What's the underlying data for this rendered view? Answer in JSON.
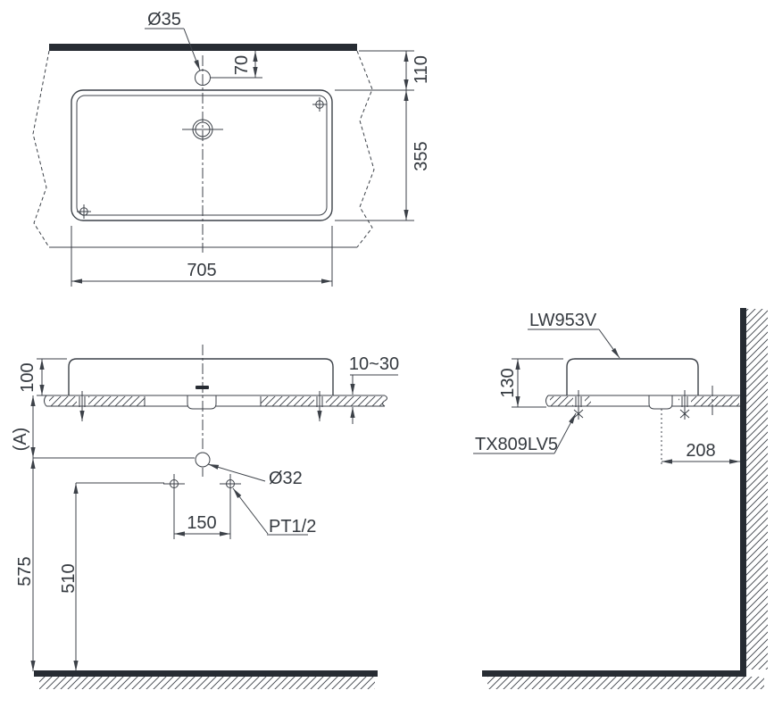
{
  "views": {
    "top": {
      "dims": {
        "faucet_hole": "Ø35",
        "faucet_center_from_wall": "70",
        "wall_to_basin": "110",
        "basin_depth": "355",
        "basin_width": "705"
      }
    },
    "front": {
      "dims": {
        "rim_above_counter": "100",
        "counter_thickness": "10~30",
        "counter_to_drain": "(A)",
        "drain_hole": "Ø32",
        "supply_pitch": "150",
        "supply_thread": "PT1/2",
        "floor_to_drain": "575",
        "floor_to_supply": "510"
      }
    },
    "side": {
      "labels": {
        "model": "LW953V",
        "fixing": "TX809LV5"
      },
      "dims": {
        "basin_height": "130",
        "drain_center_to_wall": "208"
      }
    }
  },
  "colors": {
    "line": "#3c4148",
    "heavy_section": "#272c33",
    "text": "#34393f",
    "background": "#ffffff"
  }
}
